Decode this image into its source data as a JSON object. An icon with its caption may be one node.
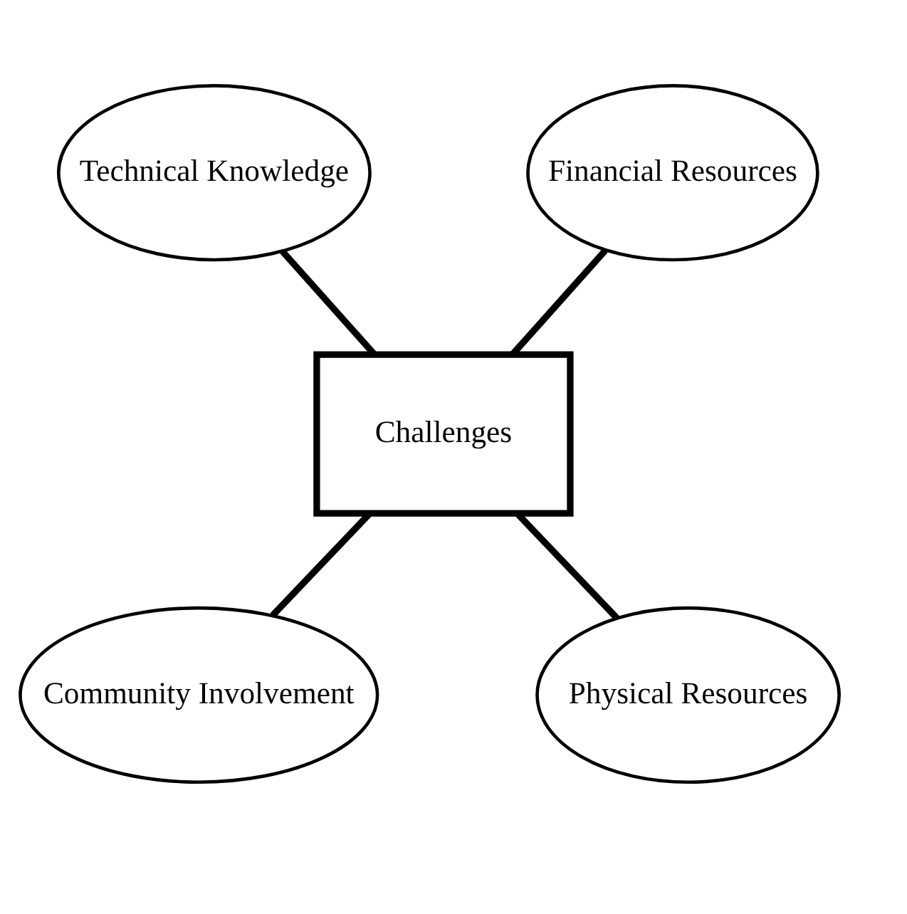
{
  "diagram": {
    "nodes": [
      {
        "text": [
          "Technical Knowledge"
        ]
      },
      {
        "text": [
          "Financial Resources"
        ]
      },
      {
        "text": [
          "Challenges"
        ]
      },
      {
        "text": [
          "Community Involvement"
        ]
      },
      {
        "text": [
          "Physical Resources"
        ]
      }
    ],
    "edges": [
      {
        "from": 0,
        "to": 2,
        "arrow": "none"
      },
      {
        "from": 1,
        "to": 2,
        "arrow": "none"
      },
      {
        "from": 2,
        "to": 3,
        "arrow": "none"
      },
      {
        "from": 2,
        "to": 4,
        "arrow": "none"
      }
    ]
  }
}
